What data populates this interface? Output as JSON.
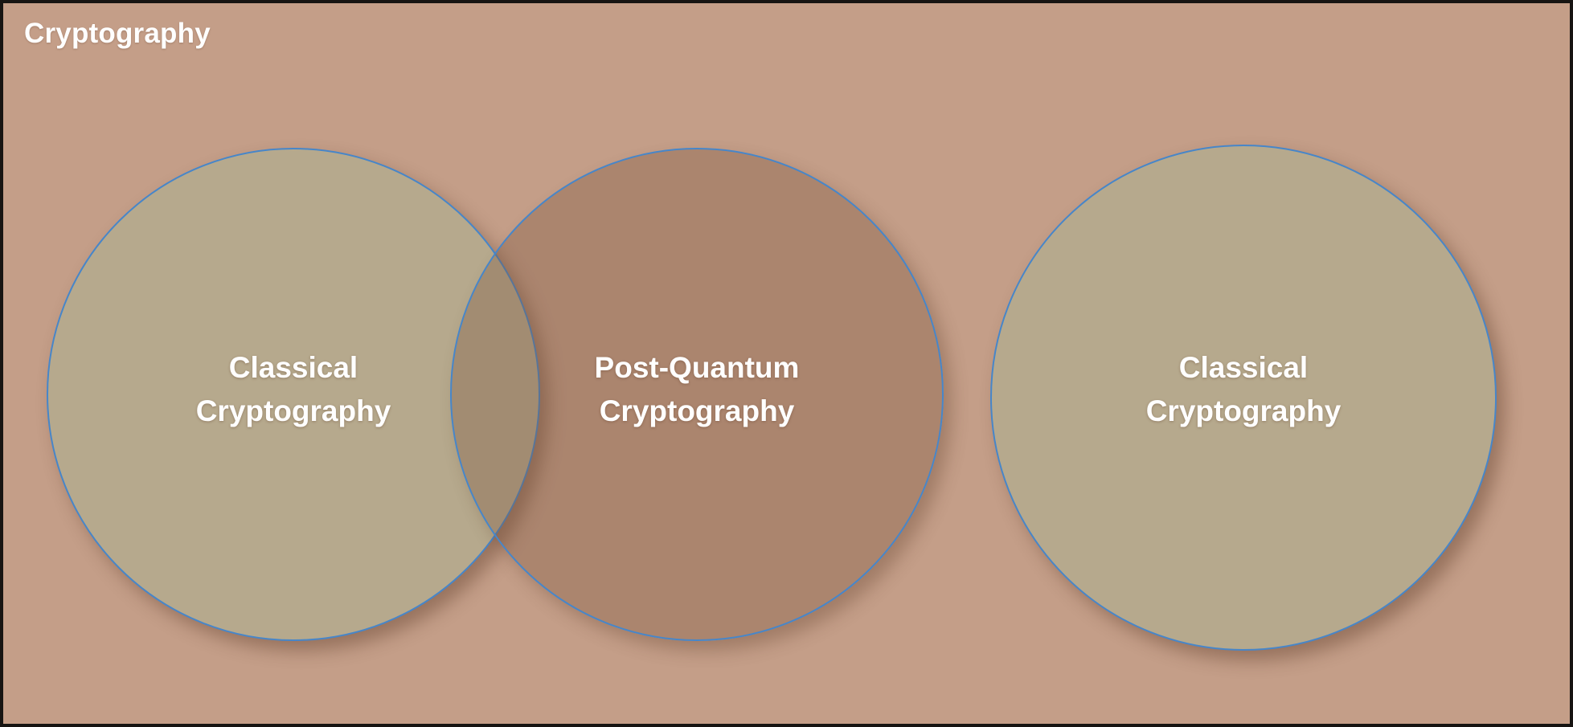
{
  "slide": {
    "title": "Cryptography",
    "background_color": "#c49e88",
    "frame_color": "#171412",
    "title_color": "#ffffff"
  },
  "diagram": {
    "type": "venn",
    "circle_border_color": "#4786c9",
    "solid_fill_color": "#b6a98d",
    "translucent_fill_color": "rgba(124,86,62,0.34)",
    "label_color": "#ffffff",
    "circles": [
      {
        "id": "classical-left",
        "label_lines": [
          "Classical",
          "Cryptography"
        ],
        "fill_style": "solid",
        "overlaps_next": true
      },
      {
        "id": "post-quantum",
        "label_lines": [
          "Post-Quantum",
          "Cryptography"
        ],
        "fill_style": "translucent",
        "overlaps_next": false
      },
      {
        "id": "classical-right",
        "label_lines": [
          "Classical",
          "Cryptography"
        ],
        "fill_style": "solid",
        "overlaps_next": false
      }
    ]
  }
}
